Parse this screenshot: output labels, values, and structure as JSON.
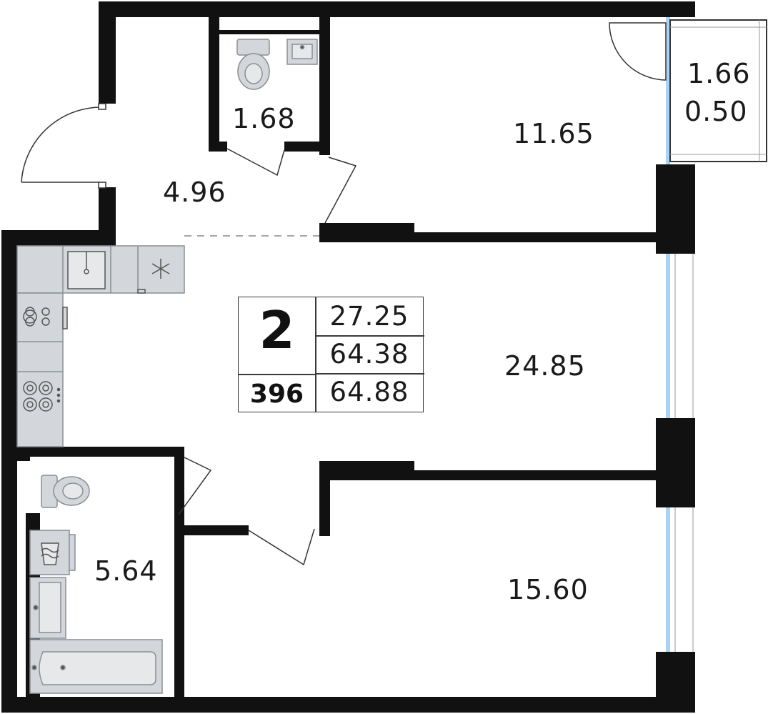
{
  "apartment": {
    "rooms": "2",
    "number": "396",
    "area_living": "27.25",
    "area_total": "64.38",
    "area_total_with_balcony": "64.88"
  },
  "rooms": {
    "hall": "4.96",
    "wc": "1.68",
    "bedroom_1": "11.65",
    "balcony_area": "1.66",
    "balcony_coef": "0.50",
    "living_kitchen": "24.85",
    "bathroom": "5.64",
    "bedroom_2": "15.60"
  },
  "colors": {
    "wall": "#111111",
    "fixture_fill": "#d3d7db",
    "fixture_stroke": "#8a8f94",
    "window": "#a9d2f5"
  },
  "icons": [
    "toilet-icon",
    "sink-icon",
    "kitchen-sink-icon",
    "fridge-snowflake-icon",
    "cooktop-icon",
    "washing-machine-icon",
    "bathtub-icon",
    "door-swing-icon"
  ]
}
